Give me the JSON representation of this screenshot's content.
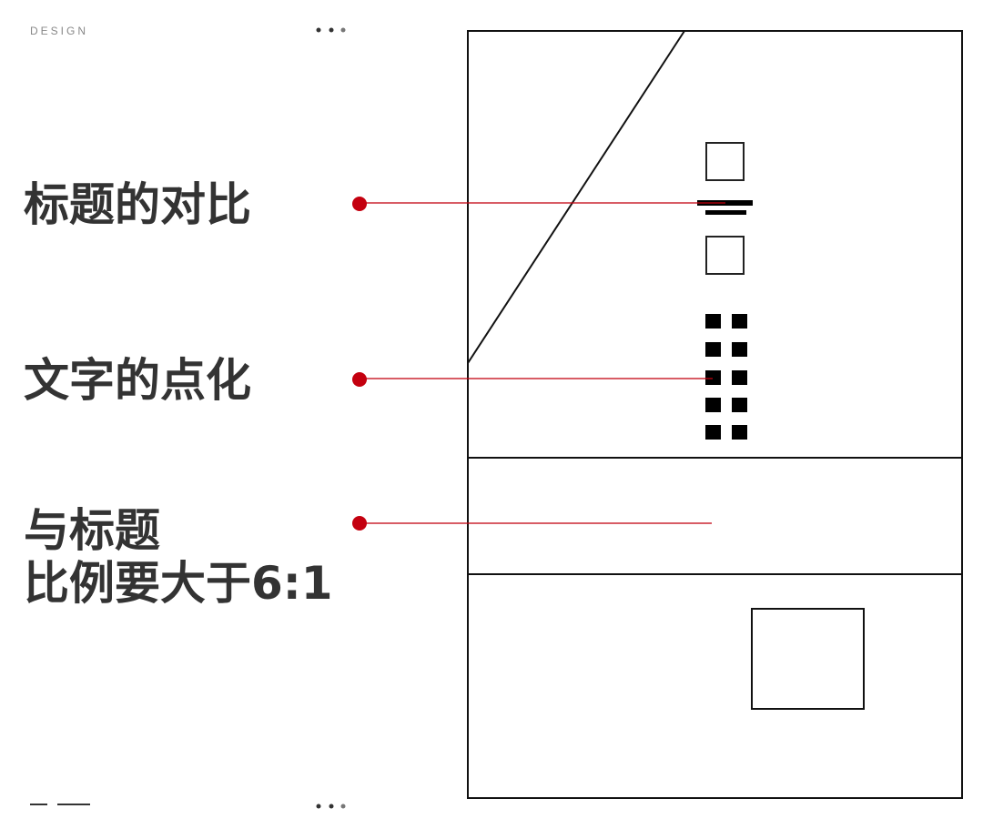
{
  "header": {
    "brand": "DESIGN"
  },
  "labels": [
    {
      "text": "标题的对比"
    },
    {
      "text": "文字的点化"
    },
    {
      "lines": [
        "与标题",
        "比例要大于6:1"
      ]
    }
  ],
  "colors": {
    "accent": "#c4000f",
    "text": "#333333",
    "stroke": "#111111"
  }
}
